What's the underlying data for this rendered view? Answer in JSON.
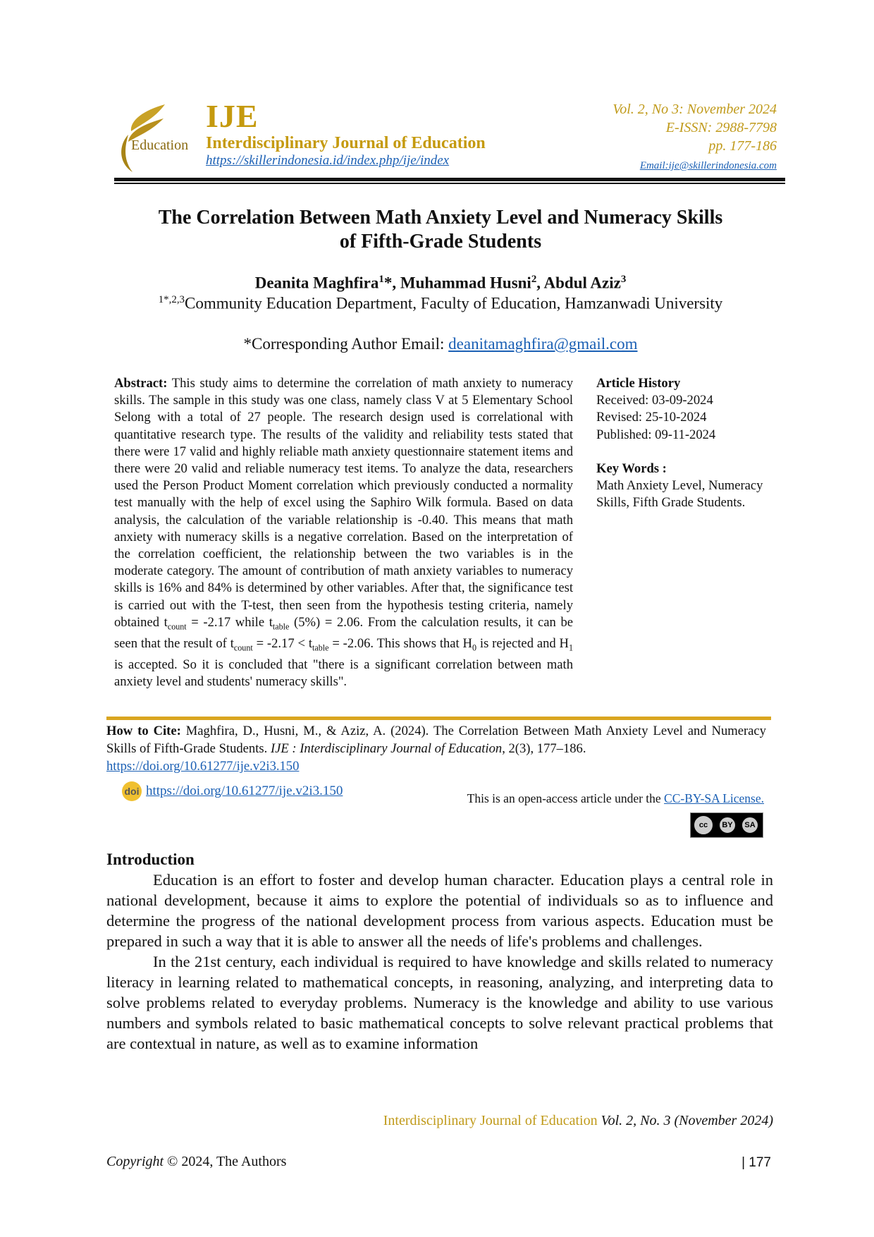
{
  "header": {
    "logo_word": "Education",
    "acronym": "IJE",
    "journal_name": "Interdisciplinary Journal of Education",
    "url": "https://skillerindonesia.id/index.php/ije/index",
    "volume": "Vol. 2, No 3: November 2024",
    "eissn": "E-ISSN: 2988-7798",
    "pages": "pp. 177-186",
    "email": "Email:ije@skillerindonesia.com"
  },
  "title_line1": "The Correlation Between Math Anxiety Level and Numeracy Skills",
  "title_line2": "of Fifth-Grade Students",
  "authors": [
    {
      "name": "Deanita Maghfira",
      "sup": "1",
      "mark": "*"
    },
    {
      "name": "Muhammad Husni",
      "sup": "2"
    },
    {
      "name": "Abdul Aziz",
      "sup": "3"
    }
  ],
  "affiliation_sup": "1*,2,3",
  "affiliation": "Community Education Department, Faculty of Education, Hamzanwadi University",
  "corresponding_label": "*Corresponding Author Email: ",
  "corresponding_email": "deanitamaghfira@gmail.com",
  "abstract": {
    "label": "Abstract:",
    "text1": " This study aims to determine the correlation of math anxiety to numeracy skills. The sample in this study was one class, namely class V at 5 Elementary School Selong with a total of 27 people. The research design used is correlational with quantitative research type. The results of the validity and reliability tests stated that there were 17 valid and highly reliable math anxiety questionnaire statement items and there were 20 valid and reliable numeracy test items. To analyze the data, researchers used the Person Product Moment correlation which previously conducted a normality test manually with the help of excel using the Saphiro Wilk formula. Based on data analysis, the calculation of the variable relationship is -0.40. This means that math anxiety with numeracy skills is a negative correlation. Based on the interpretation of the correlation coefficient, the relationship between the two variables is in the moderate category. The amount of contribution of math anxiety variables to numeracy skills is 16% and 84% is determined by other variables. After that, the significance test is carried out with the T-test, then seen from the hypothesis testing criteria, namely obtained t",
    "sub_count": "count",
    "text2": " = -2.17 while t",
    "sub_table": "table",
    "text3": " (5%) = 2.06. From the calculation results, it can be seen that the result of t",
    "text4": " = -2.17 < t",
    "text5": " = -2.06. This shows that H",
    "sub0": "0",
    "text6": " is rejected and H",
    "sub1": "1",
    "text7": " is accepted. So it is concluded that \"there is a significant correlation between math anxiety level and students' numeracy skills\"."
  },
  "history": {
    "label": "Article History",
    "received": "Received: 03-09-2024",
    "revised": "Revised: 25-10-2024",
    "published": "Published: 09-11-2024",
    "keywords_label": "Key Words :",
    "keywords": "Math Anxiety Level, Numeracy Skills, Fifth Grade Students."
  },
  "cite": {
    "label": "How to Cite:",
    "text": " Maghfira, D., Husni, M., & Aziz, A. (2024). The Correlation Between Math Anxiety Level and Numeracy Skills of Fifth-Grade Students. ",
    "journal": "IJE : Interdisciplinary Journal of Education",
    "volume": ", 2",
    "issue": "(3), 177–186. ",
    "doi": "https://doi.org/10.61277/ije.v2i3.150"
  },
  "doi_icon": "doi",
  "doi_link": "https://doi.org/10.61277/ije.v2i3.150",
  "open_access": "This is an open-access article under the ",
  "license": "CC-BY-SA License.",
  "cc_badge": {
    "cc": "cc",
    "by": "BY",
    "sa": "SA"
  },
  "introduction": {
    "heading": "Introduction",
    "p1": "Education is an effort to foster and develop human character. Education plays a central role in national development, because it aims to explore the potential of individuals so as to influence and determine the progress of the national development process from various aspects. Education must be prepared in such a way that it is able to answer all the needs of life's problems and challenges.",
    "p2": "In the 21st century, each individual is required to have knowledge and skills related to numeracy literacy in learning related to mathematical concepts, in reasoning, analyzing, and interpreting data to solve problems related to everyday problems. Numeracy is the knowledge and ability to use various numbers and symbols related to basic mathematical concepts to solve relevant practical problems that are contextual in nature, as well as to examine information"
  },
  "footer": {
    "journal": "Interdisciplinary Journal of Education",
    "volume": " Vol. 2, No. 3 (November 2024)",
    "copyright_label": "Copyright",
    "copyright": " © 2024, The Authors",
    "page": "| 177"
  }
}
